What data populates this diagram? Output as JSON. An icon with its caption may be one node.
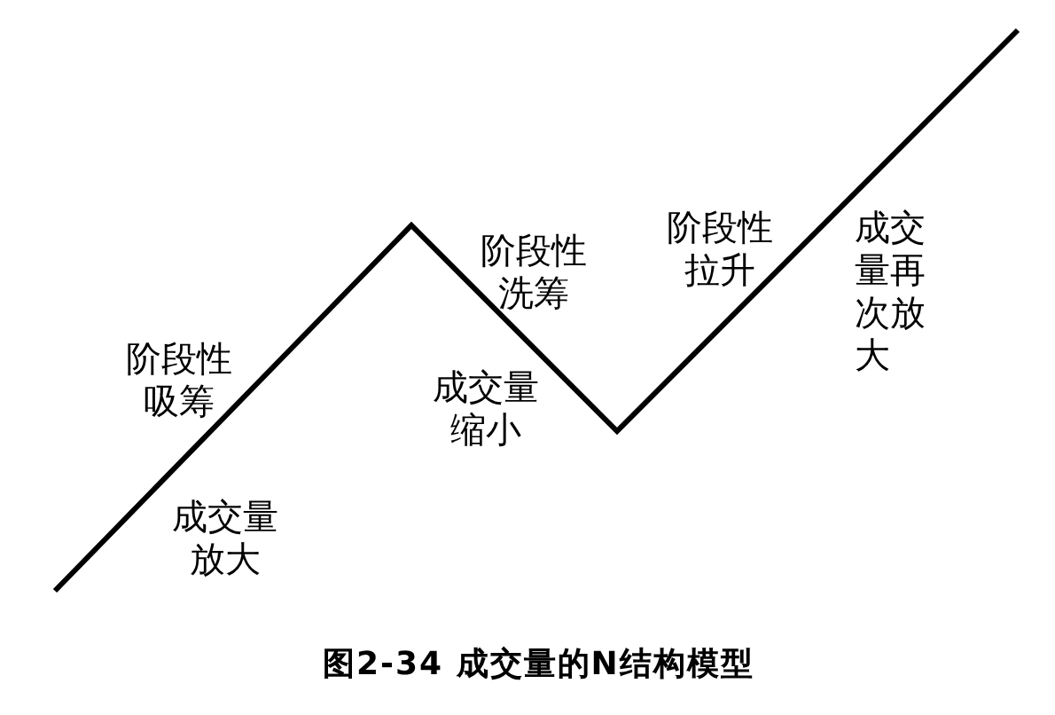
{
  "diagram": {
    "caption": "图2-34 成交量的N结构模型",
    "labels": [
      "阶段性吸筹",
      "成交量放大",
      "阶段性洗筹",
      "成交量缩小",
      "阶段性拉升",
      "成交量再次放大"
    ]
  }
}
